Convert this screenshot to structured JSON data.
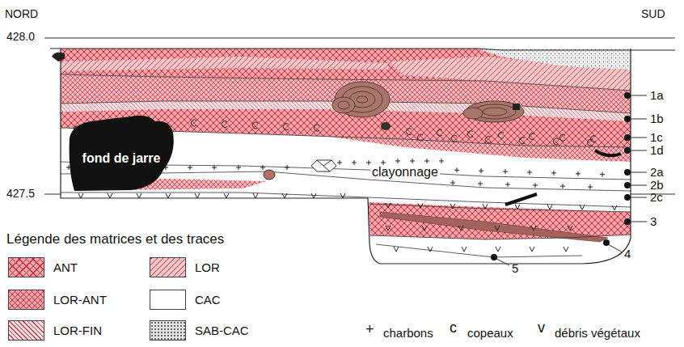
{
  "diagram": {
    "nodes": [
      {
        "text": [
          "fond de jarre"
        ]
      }
    ],
    "labels": [
      "NORD",
      "SUD",
      "428.0",
      "427.5",
      "clayonnage",
      "1a",
      "1b",
      "1c",
      "1d",
      "2a",
      "2b",
      "2c",
      "3",
      "4",
      "5",
      "Légende des matrices et des traces",
      "+",
      "c",
      "v"
    ],
    "legend": [
      {
        "text": "ANT",
        "color": "#f2a6ac"
      },
      {
        "text": "LOR",
        "color": "#f7c6c9"
      },
      {
        "text": "LOR-ANT",
        "color": "#f2a6ac"
      },
      {
        "text": "CAC",
        "color": "#ffffff"
      },
      {
        "text": "LOR-FIN",
        "color": "#fbe0e2"
      },
      {
        "text": "SAB-CAC",
        "color": "#e4e4e4"
      },
      {
        "text": "charbons"
      },
      {
        "text": "copeaux"
      },
      {
        "text": "débris végétaux"
      }
    ]
  }
}
